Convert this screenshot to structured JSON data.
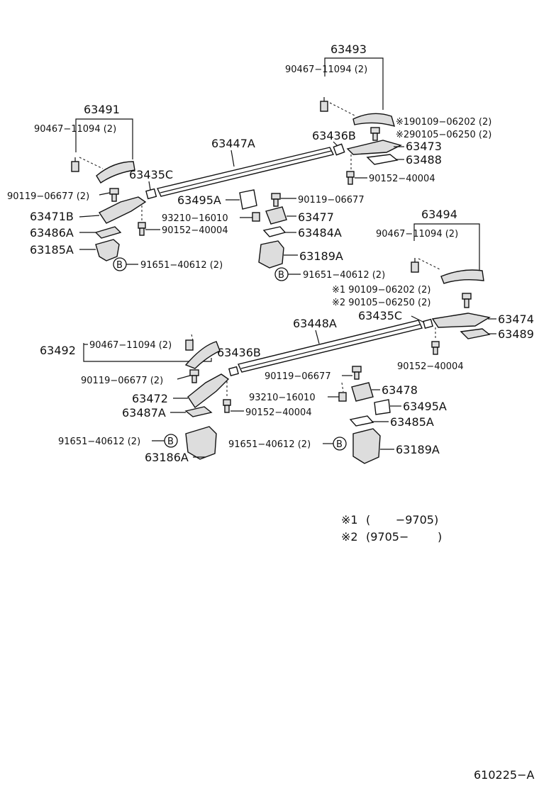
{
  "labels": {
    "p63493": "63493",
    "p90467_top": "90467−11094 (2)",
    "n1_top": "※190109−06202 (2)",
    "n2_top": "※290105−06250 (2)",
    "p63491": "63491",
    "p90467_left": "90467−11094 (2)",
    "p63436B_top": "63436B",
    "p63447A": "63447A",
    "p63473": "63473",
    "p63488": "63488",
    "p90152_top": "90152−40004",
    "p63435C_top": "63435C",
    "p90119_left": "90119−06677 (2)",
    "p63495A_top": "63495A",
    "p90119_mid": "90119−06677",
    "p63471B": "63471B",
    "p93210_top": "93210−16010",
    "p63477": "63477",
    "p63486A": "63486A",
    "p90152_mid": "90152−40004",
    "p63484A": "63484A",
    "p63494": "63494",
    "p63185A": "63185A",
    "p63189A_top": "63189A",
    "p90467_right": "90467−11094 (2)",
    "b1": "B",
    "p91651_a": "91651−40612 (2)",
    "b2": "B",
    "p91651_b": "91651−40612 (2)",
    "n1_bot": "※1 90109−06202 (2)",
    "n2_bot": "※2 90105−06250 (2)",
    "p63435C_bot": "63435C",
    "p63474": "63474",
    "p63448A": "63448A",
    "p63489": "63489",
    "p63492": "63492",
    "p90467_bot": "90467−11094 (2)",
    "p63436B_bot": "63436B",
    "p90152_right": "90152−40004",
    "p90119_bot1": "90119−06677 (2)",
    "p90119_bot2": "90119−06677",
    "p63472": "63472",
    "p93210_bot": "93210−16010",
    "p63478": "63478",
    "p63487A": "63487A",
    "p90152_bot": "90152−40004",
    "p63495A_bot": "63495A",
    "p63485A": "63485A",
    "p91651_c": "91651−40612 (2)",
    "b3": "B",
    "p91651_d": "91651−40612 (2)",
    "b4": "B",
    "p63189A_bot": "63189A",
    "p63186A": "63186A"
  },
  "legend": {
    "row1_mark": "※1",
    "row1_text": "(       −9705)",
    "row2_mark": "※2",
    "row2_text": "(9705−        )"
  },
  "footer": {
    "code": "610225−A"
  }
}
